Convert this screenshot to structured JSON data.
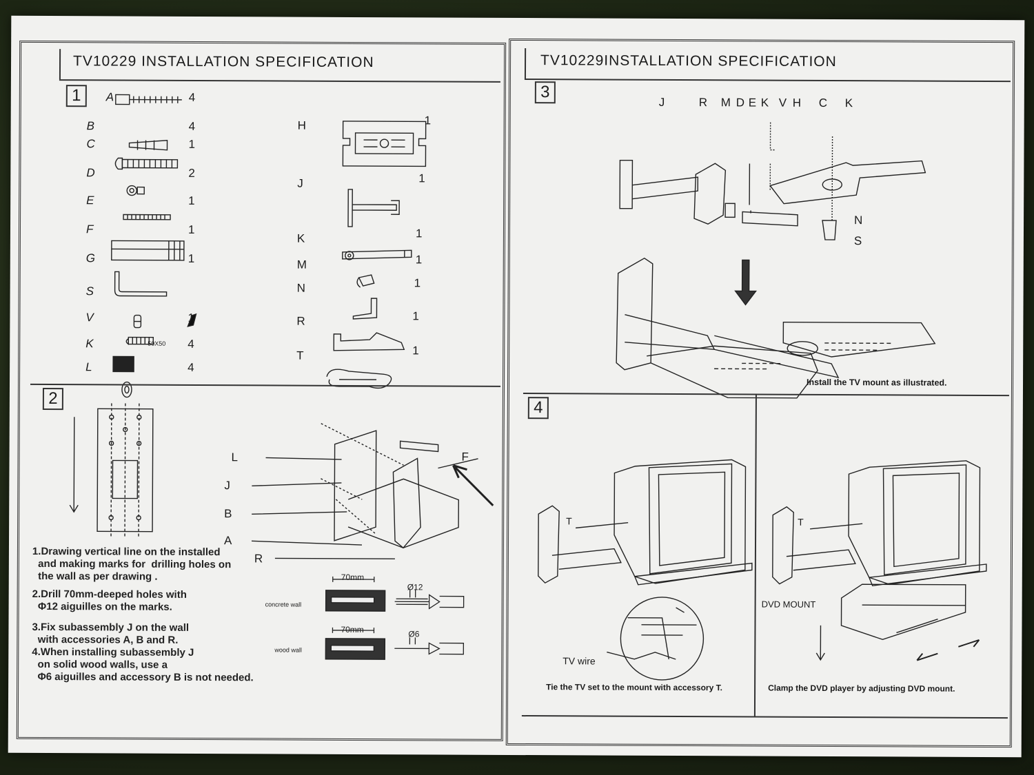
{
  "left": {
    "title": "TV10229 INSTALLATION   SPECIFICATION",
    "step1": "1",
    "parts_left": [
      {
        "letter": "A",
        "qty": "4"
      },
      {
        "letter": "B",
        "qty": "4"
      },
      {
        "letter": "C",
        "qty": "1"
      },
      {
        "letter": "D",
        "qty": "2"
      },
      {
        "letter": "E",
        "qty": "1"
      },
      {
        "letter": "F",
        "qty": "1"
      },
      {
        "letter": "G",
        "qty": "1"
      },
      {
        "letter": "S",
        "qty": ""
      },
      {
        "letter": "V",
        "qty": "1"
      },
      {
        "letter": "K",
        "qty": "4",
        "note": "50X50"
      },
      {
        "letter": "L",
        "qty": "4"
      }
    ],
    "parts_right": [
      {
        "letter": "H",
        "qty": "1"
      },
      {
        "letter": "J",
        "qty": "1"
      },
      {
        "letter": "K",
        "qty": "1"
      },
      {
        "letter": "M",
        "qty": "1"
      },
      {
        "letter": "N",
        "qty": "1"
      },
      {
        "letter": "R",
        "qty": "1"
      },
      {
        "letter": "T",
        "qty": "1"
      }
    ],
    "step2": "2",
    "step2_labels": {
      "L": "L",
      "J": "J",
      "B": "B",
      "A": "A",
      "R": "R",
      "F": "F"
    },
    "instructions": [
      "1.Drawing vertical line on the installed",
      "  and making marks for  drilling holes on",
      "  the wall as per drawing .",
      "2.Drill 70mm-deeped holes with",
      "  Φ12 aiguilles on the marks.",
      "3.Fix subassembly J on the wall",
      "  with accessories A, B and R.",
      "4.When installing subassembly J",
      "  on solid wood walls, use a",
      "  Φ6 aiguilles and accessory B is not needed."
    ],
    "drill": {
      "concrete_label": "concrete wall",
      "wood_label": "wood wall",
      "depth1": "70mm",
      "depth2": "70mm",
      "dia1": "Ø12",
      "dia2": "Ø6"
    }
  },
  "right": {
    "title": "TV10229INSTALLATION   SPECIFICATION",
    "step3": "3",
    "step3_top_labels": [
      "J",
      "R",
      "M",
      "D",
      "E",
      "K",
      "V",
      "H",
      "C",
      "K"
    ],
    "step3_side_labels": {
      "N": "N",
      "S": "S"
    },
    "step3_caption": "Install the TV mount as illustrated.",
    "step4": "4",
    "t_label_a": "T",
    "t_label_b": "T",
    "tv_wire": "TV  wire",
    "dvd_mount": "DVD MOUNT",
    "caption_a": "Tie the TV set to the mount with accessory T.",
    "caption_b": "Clamp the DVD player by adjusting DVD mount."
  }
}
